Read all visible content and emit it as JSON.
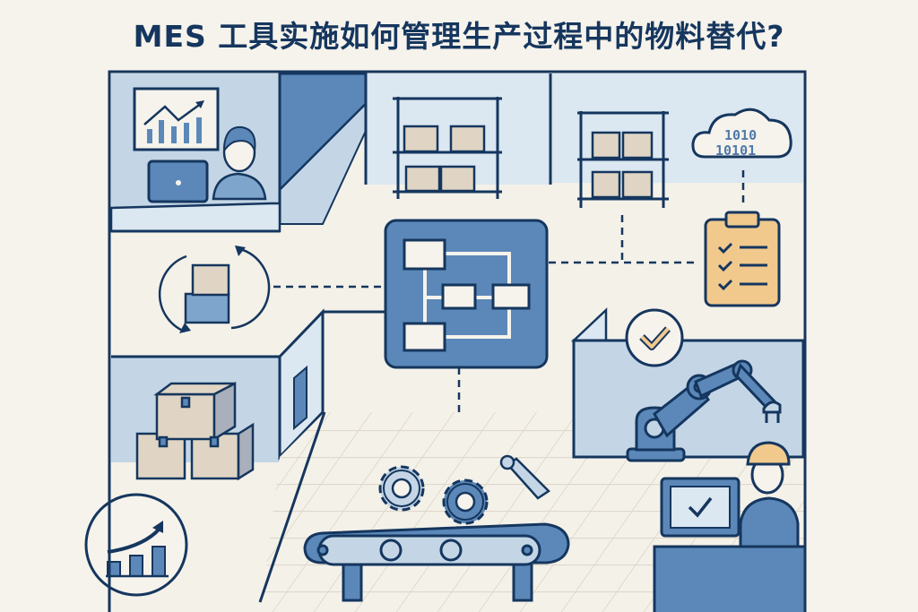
{
  "title": "MES 工具实施如何管理生产过程中的物料替代?",
  "illustration": {
    "scenes": [
      {
        "name": "office-analyst",
        "description": "person at laptop with trend chart on wall"
      },
      {
        "name": "warehouse-shelves",
        "description": "two storage racks with boxes"
      },
      {
        "name": "cloud-data",
        "binary_lines": [
          "1010",
          "10101"
        ]
      },
      {
        "name": "checklist-clipboard",
        "checked_items": 3
      },
      {
        "name": "central-mes-flowchart",
        "nodes": 4
      },
      {
        "name": "material-swap-cycle",
        "description": "boxes with circular arrows"
      },
      {
        "name": "stacked-boxes",
        "count": 3
      },
      {
        "name": "growth-chart-badge",
        "bars": 3
      },
      {
        "name": "conveyor-gears",
        "gears": 2,
        "tool": "wrench"
      },
      {
        "name": "robot-arm",
        "badge": "check"
      },
      {
        "name": "worker-monitor",
        "screen": "check"
      }
    ]
  },
  "colors": {
    "navy": "#15365e",
    "blue": "#5b88b8",
    "light_blue": "#c4d6e6",
    "pale_blue": "#dbe7f1",
    "cream": "#f6f3ec",
    "box_tan": "#e0d5c4",
    "accent_orange": "#f1c98d"
  }
}
